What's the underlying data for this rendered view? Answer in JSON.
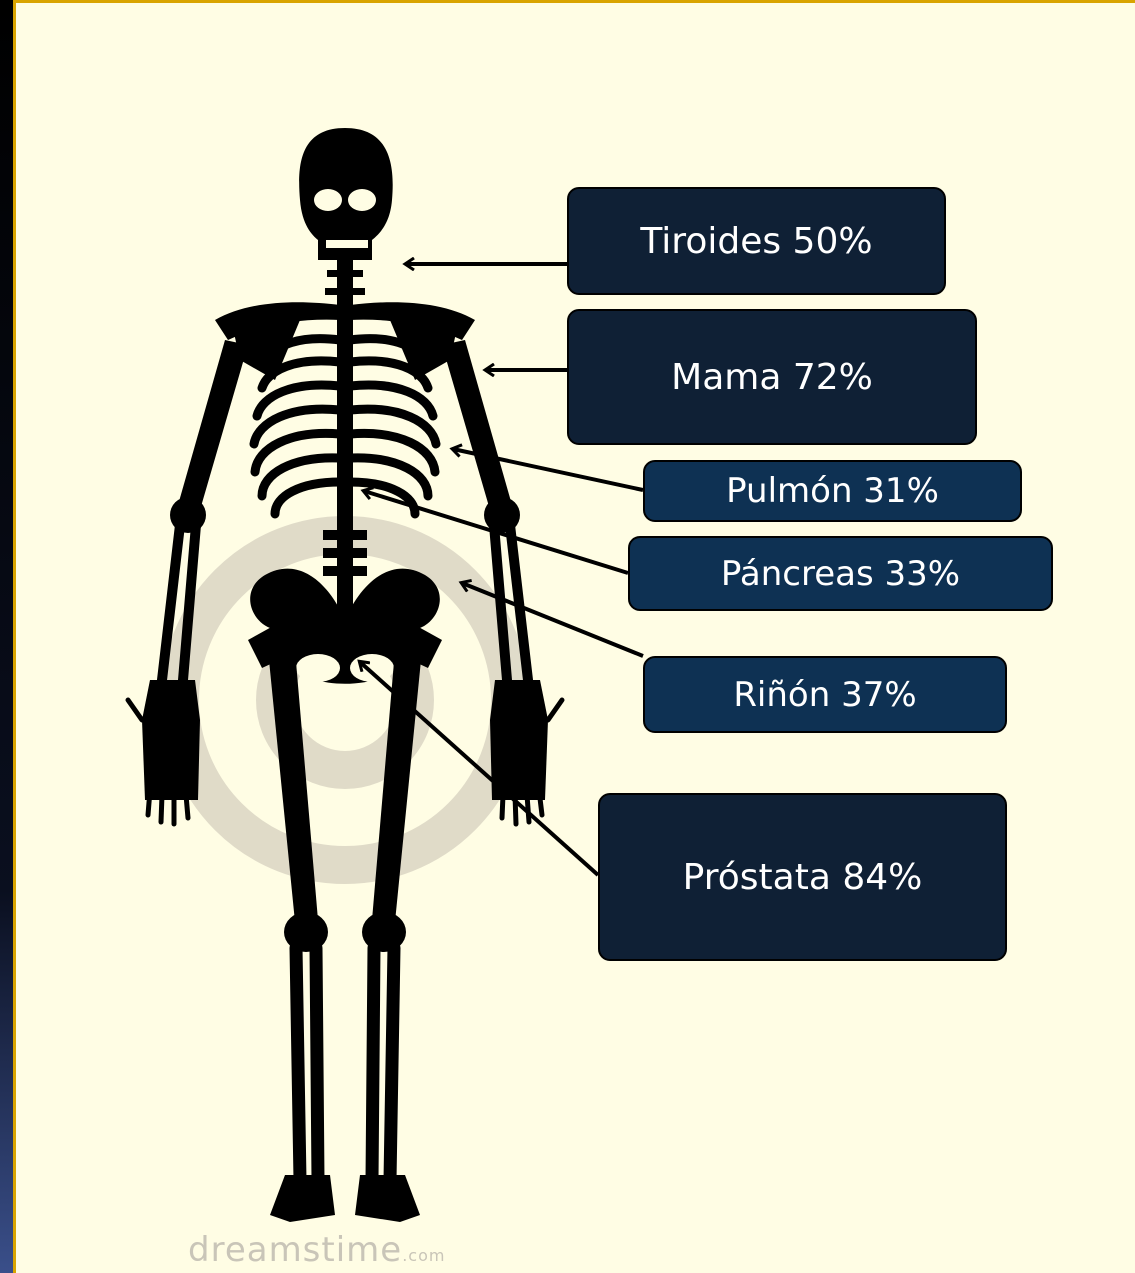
{
  "labels": {
    "thyroid": "Tiroides 50%",
    "breast": "Mama 72%",
    "lung": "Pulmón 31%",
    "pancreas": "Páncreas 33%",
    "kidney": "Riñón 37%",
    "prostate": "Próstata 84%"
  },
  "watermark": {
    "text": "dreamstime",
    "suffix": ".com"
  },
  "colors": {
    "slide_background": "#fffde4",
    "frame_border": "#d9a400",
    "box_dark": "#0f2035",
    "box_navy": "#0e3153",
    "skeleton": "#000000"
  }
}
